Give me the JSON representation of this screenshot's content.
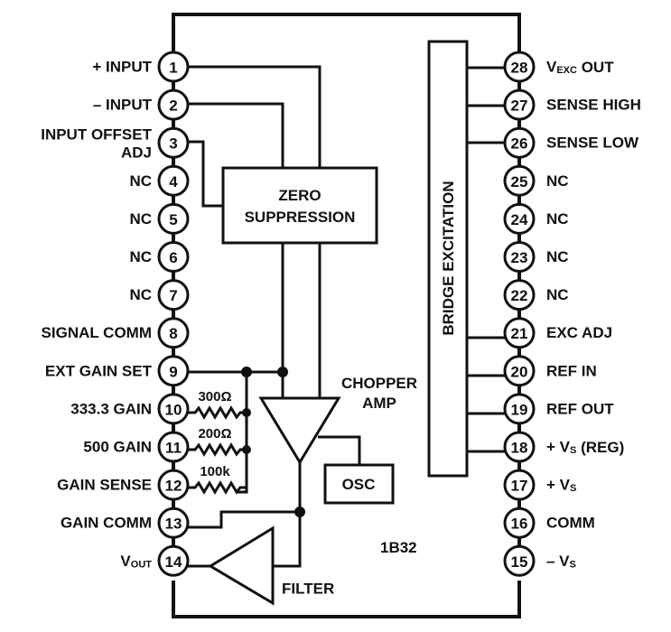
{
  "title": "1B32",
  "blocks": {
    "zero_suppression": [
      "ZERO",
      "SUPPRESSION"
    ],
    "bridge_excitation": "BRIDGE EXCITATION",
    "chopper_amp": [
      "CHOPPER",
      "AMP"
    ],
    "osc": "OSC",
    "filter": "FILTER"
  },
  "resistors": [
    {
      "label": "300Ω",
      "pin": 10
    },
    {
      "label": "200Ω",
      "pin": 11
    },
    {
      "label": "100k",
      "pin": 12
    }
  ],
  "left_pins": [
    {
      "num": "1",
      "label": "+ INPUT"
    },
    {
      "num": "2",
      "label": "– INPUT"
    },
    {
      "num": "3",
      "label": "INPUT OFFSET",
      "label2": "ADJ"
    },
    {
      "num": "4",
      "label": "NC"
    },
    {
      "num": "5",
      "label": "NC"
    },
    {
      "num": "6",
      "label": "NC"
    },
    {
      "num": "7",
      "label": "NC"
    },
    {
      "num": "8",
      "label": "SIGNAL COMM"
    },
    {
      "num": "9",
      "label": "EXT GAIN SET"
    },
    {
      "num": "10",
      "label": "333.3 GAIN"
    },
    {
      "num": "11",
      "label": "500 GAIN"
    },
    {
      "num": "12",
      "label": "GAIN SENSE"
    },
    {
      "num": "13",
      "label": "GAIN COMM"
    },
    {
      "num": "14",
      "label": "V",
      "sub": "OUT"
    }
  ],
  "right_pins": [
    {
      "num": "28",
      "label": "V",
      "sub": "EXC",
      "suffix": " OUT"
    },
    {
      "num": "27",
      "label": "SENSE HIGH"
    },
    {
      "num": "26",
      "label": "SENSE LOW"
    },
    {
      "num": "25",
      "label": "NC"
    },
    {
      "num": "24",
      "label": "NC"
    },
    {
      "num": "23",
      "label": "NC"
    },
    {
      "num": "22",
      "label": "NC"
    },
    {
      "num": "21",
      "label": "EXC ADJ"
    },
    {
      "num": "20",
      "label": "REF IN"
    },
    {
      "num": "19",
      "label": "REF OUT"
    },
    {
      "num": "18",
      "label": "+ V",
      "sub": "S",
      "suffix": " (REG)"
    },
    {
      "num": "17",
      "label": "+ V",
      "sub": "S"
    },
    {
      "num": "16",
      "label": "COMM"
    },
    {
      "num": "15",
      "label": "– V",
      "sub": "S"
    }
  ]
}
